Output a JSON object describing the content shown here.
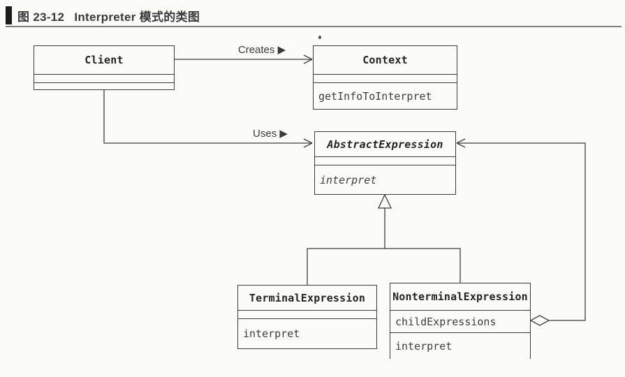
{
  "caption": {
    "number": "图 23-12",
    "title": "Interpreter 模式的类图"
  },
  "labels": {
    "creates": "Creates ▶",
    "uses": "Uses ▶"
  },
  "classes": {
    "client": {
      "name": "Client",
      "attributes": "",
      "methods": ""
    },
    "context": {
      "name": "Context",
      "attributes": "",
      "methods": "getInfoToInterpret"
    },
    "abstract_expression": {
      "name": "AbstractExpression",
      "attributes": "",
      "methods": "interpret"
    },
    "terminal_expression": {
      "name": "TerminalExpression",
      "attributes": "",
      "methods": "interpret"
    },
    "nonterminal_expression": {
      "name": "NonterminalExpression",
      "attributes": "childExpressions",
      "methods": "interpret"
    }
  },
  "relationships": [
    {
      "from": "Client",
      "to": "Context",
      "type": "association",
      "label": "Creates"
    },
    {
      "from": "Client",
      "to": "AbstractExpression",
      "type": "association",
      "label": "Uses"
    },
    {
      "from": "TerminalExpression",
      "to": "AbstractExpression",
      "type": "inheritance"
    },
    {
      "from": "NonterminalExpression",
      "to": "AbstractExpression",
      "type": "inheritance"
    },
    {
      "from": "NonterminalExpression",
      "to": "AbstractExpression",
      "type": "aggregation"
    }
  ],
  "colors": {
    "line": "#3d3d3d",
    "class_name_text": "#232323",
    "member_text": "#3d3d3d",
    "background": "#fbfbf9",
    "caption_rule": "#7d7d7d"
  }
}
